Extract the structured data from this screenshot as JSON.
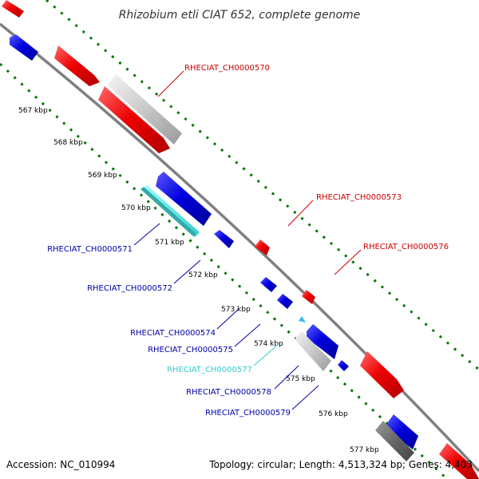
{
  "title": "Rhizobium etli CIAT 652, complete genome",
  "accession": "Accession: NC_010994",
  "topology": "Topology: circular; Length: 4,513,324 bp; Genes: 4,403",
  "colors": {
    "forward_cds": "#ee0000",
    "reverse_cds": "#0000dd",
    "forward_pseudo": "#bbbbbb",
    "reverse_pseudo": "#666666",
    "label_red": "#cc0000",
    "label_blue": "#0000aa",
    "label_cyan": "#33cccc",
    "axis": "#808080",
    "ring": "#007700"
  },
  "kbp_ticks": [
    "567 kbp",
    "568 kbp",
    "569 kbp",
    "570 kbp",
    "571 kbp",
    "572 kbp",
    "573 kbp",
    "574 kbp",
    "575 kbp",
    "576 kbp",
    "577 kbp"
  ],
  "gene_labels": {
    "ch570": "RHECIAT_CH0000570",
    "ch571": "RHECIAT_CH0000571",
    "ch572": "RHECIAT_CH0000572",
    "ch573": "RHECIAT_CH0000573",
    "ch574": "RHECIAT_CH0000574",
    "ch575": "RHECIAT_CH0000575",
    "ch576": "RHECIAT_CH0000576",
    "ch577": "RHECIAT_CH0000577",
    "ch578": "RHECIAT_CH0000578",
    "ch579": "RHECIAT_CH0000579"
  }
}
